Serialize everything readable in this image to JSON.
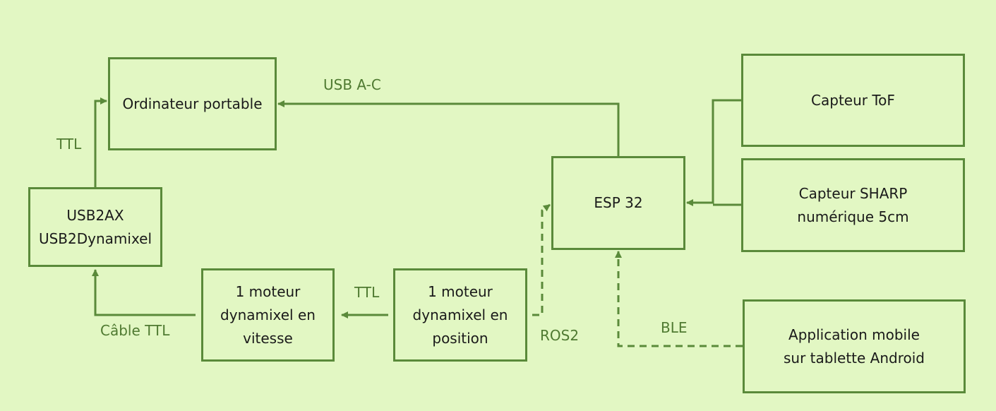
{
  "colors": {
    "background": "#e2f7c3",
    "stroke": "#5a8a3a",
    "label": "#4f7a31",
    "text": "#1a1a1a"
  },
  "nodes": {
    "laptop": {
      "lines": [
        "Ordinateur portable"
      ]
    },
    "usb2ax": {
      "lines": [
        "USB2AX",
        "USB2Dynamixel"
      ]
    },
    "motor_speed": {
      "lines": [
        "1 moteur",
        "dynamixel en",
        "vitesse"
      ]
    },
    "motor_position": {
      "lines": [
        "1 moteur",
        "dynamixel en",
        "position"
      ]
    },
    "esp32": {
      "lines": [
        "ESP 32"
      ]
    },
    "tof": {
      "lines": [
        "Capteur ToF"
      ]
    },
    "sharp": {
      "lines": [
        "Capteur SHARP",
        "numérique 5cm"
      ]
    },
    "app": {
      "lines": [
        "Application mobile",
        "sur tablette Android"
      ]
    }
  },
  "edges": {
    "usb_ac": {
      "label": "USB A-C",
      "style": "solid"
    },
    "ttl_up": {
      "label": "TTL",
      "style": "solid"
    },
    "cable_ttl": {
      "label": "Câble TTL",
      "style": "solid"
    },
    "ttl_motors": {
      "label": "TTL",
      "style": "solid"
    },
    "ros2": {
      "label": "ROS2",
      "style": "dashed"
    },
    "ble": {
      "label": "BLE",
      "style": "dashed"
    },
    "tof_to_esp": {
      "label": "",
      "style": "solid"
    },
    "sharp_to_esp": {
      "label": "",
      "style": "solid"
    }
  }
}
